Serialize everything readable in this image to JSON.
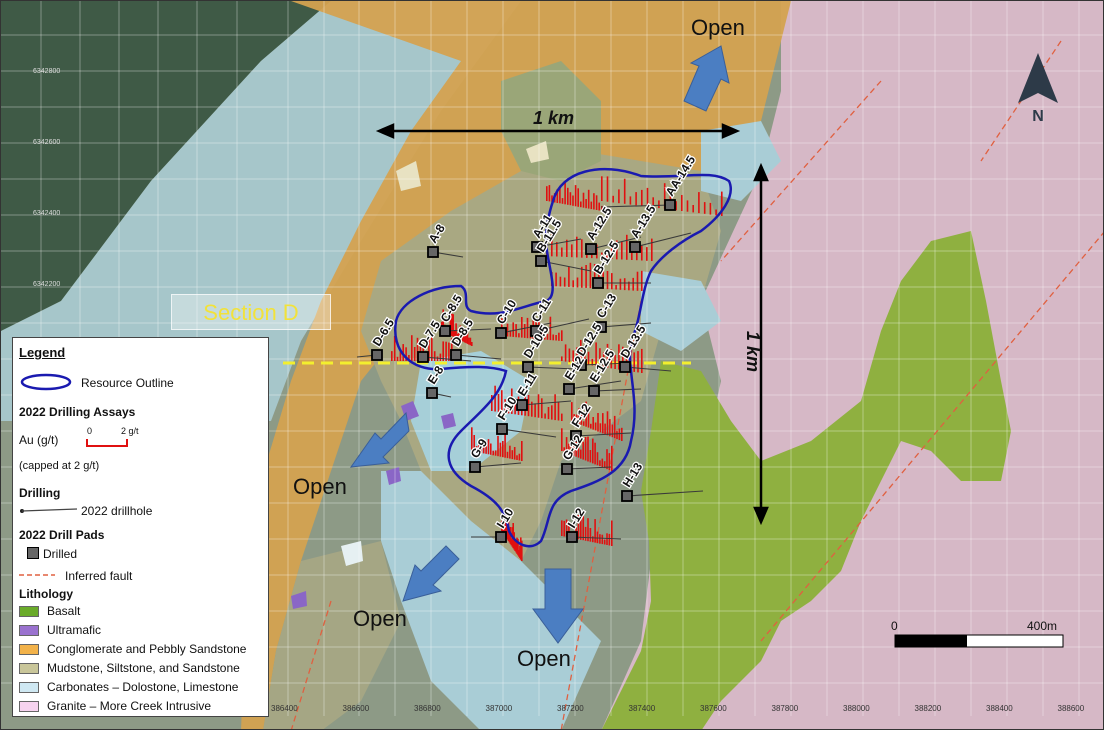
{
  "map": {
    "section_label": "Section D",
    "open_labels": [
      "Open",
      "Open",
      "Open",
      "Open"
    ],
    "distance_labels": [
      "1 km",
      "1 km"
    ],
    "north_label": "N",
    "scale_bar": {
      "start": "0",
      "end": "400m"
    },
    "x_ticks": [
      "386400",
      "386600",
      "386800",
      "387000",
      "387200",
      "387400",
      "387600",
      "387800",
      "388000",
      "388200",
      "388400",
      "388600"
    ],
    "y_ticks": [
      "6342800",
      "6342600",
      "6342400",
      "6342200"
    ],
    "drill_pads": [
      "A-8",
      "A-11",
      "A-12.5",
      "A-13.5",
      "AA-14.5",
      "B-11.5",
      "B-12.5",
      "C-8.5",
      "C-10",
      "C-11",
      "C-13",
      "D-6.5",
      "D-7.5",
      "D-8.5",
      "D-10.5",
      "D-12.5",
      "D-13.5",
      "E-8",
      "E-11",
      "E-12",
      "E-12.5",
      "F-10",
      "F-12",
      "G-9",
      "G-12",
      "H-13",
      "I-10",
      "I-12"
    ]
  },
  "legend": {
    "title": "Legend",
    "resource_outline": "Resource Outline",
    "assays_header": "2022 Drilling Assays",
    "au_label": "Au (g/t)",
    "assay_scale_min": "0",
    "assay_scale_max": "2 g/t",
    "capped_note": "(capped at 2 g/t)",
    "drilling_header": "Drilling",
    "drillhole_label": "2022 drillhole",
    "pads_header": "2022 Drill Pads",
    "drilled_label": "Drilled",
    "fault_label": "Inferred fault",
    "lithology_header": "Lithology",
    "lithology": [
      {
        "name": "Basalt",
        "color": "#6aab2a"
      },
      {
        "name": "Ultramafic",
        "color": "#9a72cf"
      },
      {
        "name": "Conglomerate and Pebbly Sandstone",
        "color": "#f2b24a"
      },
      {
        "name": "Mudstone, Siltstone, and Sandstone",
        "color": "#c9c69a"
      },
      {
        "name": "Carbonates – Dolostone, Limestone",
        "color": "#cfe8f2"
      },
      {
        "name": "Granite – More Creek Intrusive",
        "color": "#f6d3ef"
      }
    ]
  },
  "colors": {
    "outline": "#1a1ab0",
    "arrow": "#4b7ec2",
    "section_line": "#f3ef2e",
    "assay": "#e01010",
    "fault": "#e06040"
  }
}
